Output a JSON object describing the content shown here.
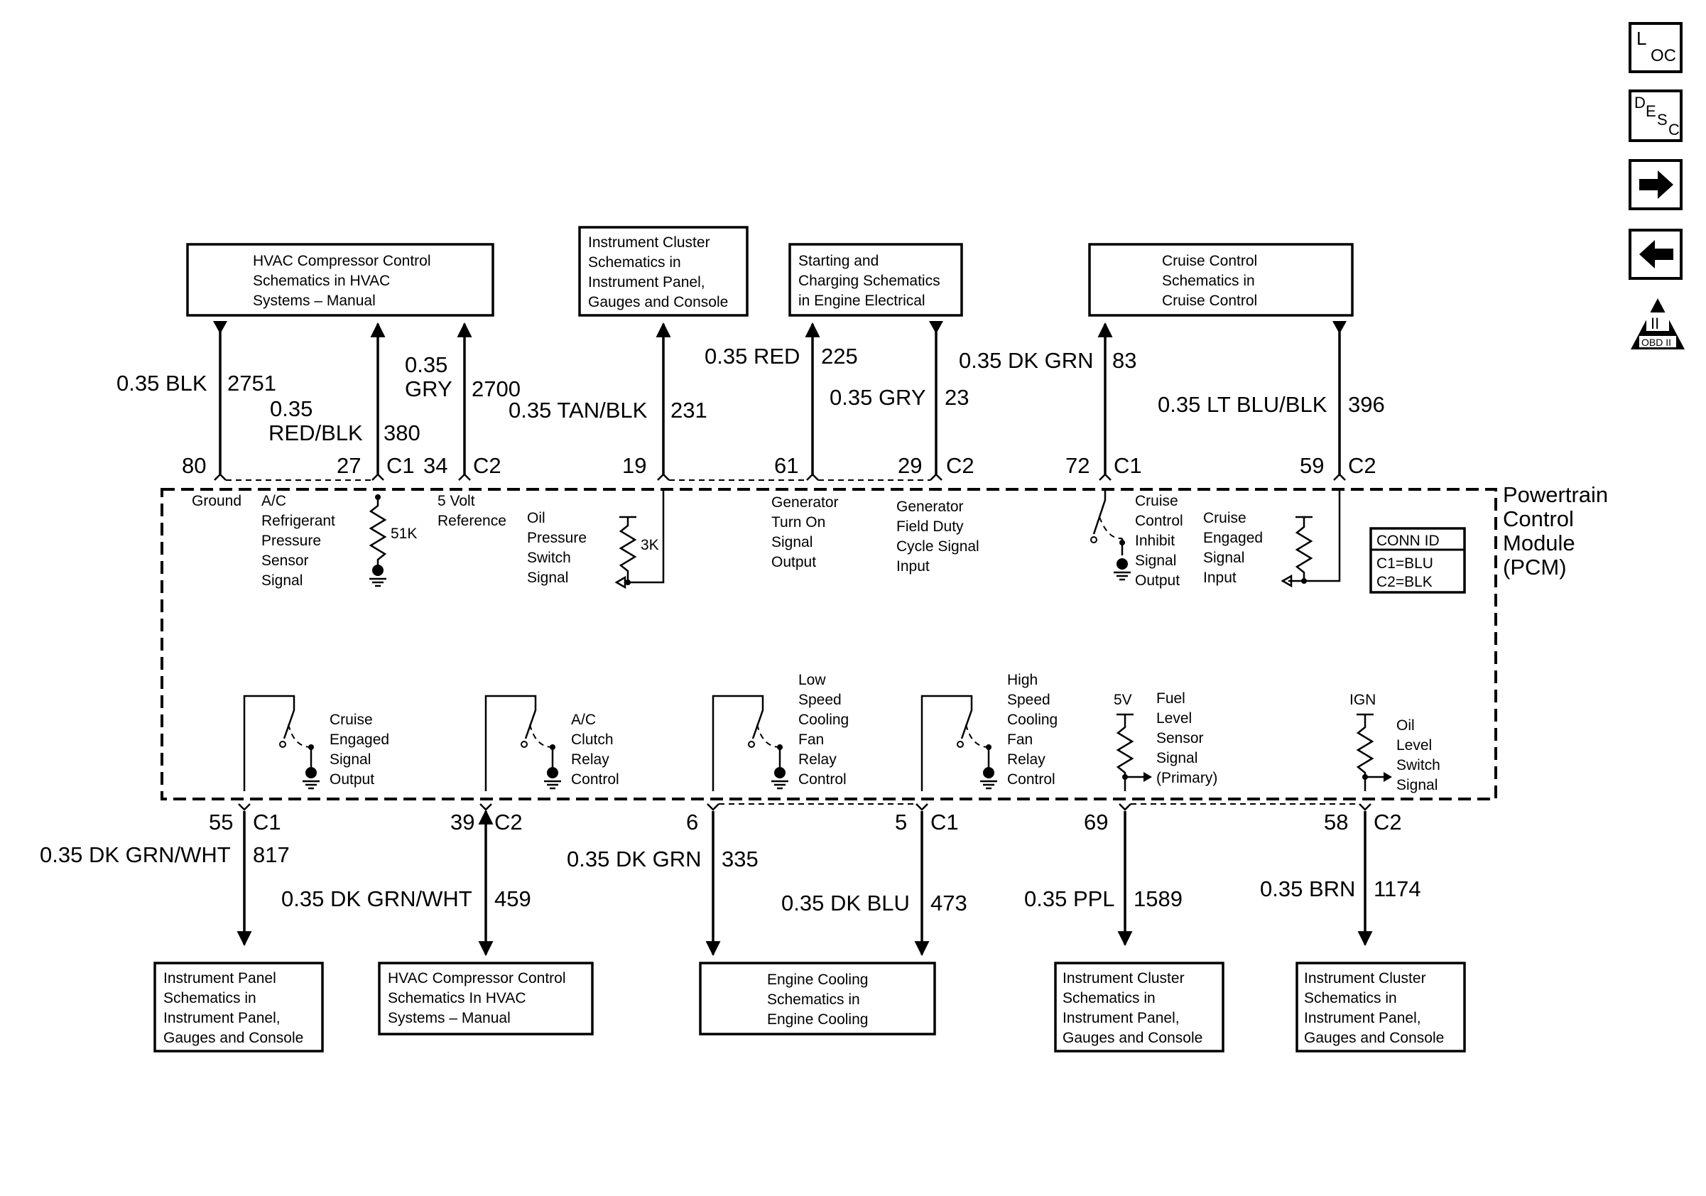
{
  "nav": {
    "loc_main": "L",
    "loc_sub": "OC",
    "desc_d": "D",
    "desc_e": "E",
    "desc_s": "S",
    "desc_c": "C",
    "obd_roman": "II",
    "obd_text": "OBD II"
  },
  "module": {
    "name": "Powertrain Control Module (PCM)",
    "line1": "Powertrain",
    "line2": "Control",
    "line3": "Module",
    "line4": "(PCM)"
  },
  "conn_id": {
    "title": "CONN ID",
    "c1": "C1=BLU",
    "c2": "C2=BLK"
  },
  "top_boxes": [
    {
      "lines": [
        "HVAC Compressor Control",
        "Schematics in HVAC",
        "Systems – Manual"
      ]
    },
    {
      "lines": [
        "Instrument Cluster",
        "Schematics in",
        "Instrument Panel,",
        "Gauges and Console"
      ]
    },
    {
      "lines": [
        "Starting and",
        "Charging Schematics",
        "in Engine Electrical"
      ]
    },
    {
      "lines": [
        "Cruise Control",
        "Schematics in",
        "Cruise Control"
      ]
    }
  ],
  "bottom_boxes": [
    {
      "lines": [
        "Instrument Panel",
        "Schematics in",
        "Instrument Panel,",
        "Gauges and Console"
      ]
    },
    {
      "lines": [
        "HVAC Compressor Control",
        "Schematics In HVAC",
        "Systems – Manual"
      ]
    },
    {
      "lines": [
        "Engine Cooling",
        "Schematics in",
        "Engine Cooling"
      ]
    },
    {
      "lines": [
        "Instrument Cluster",
        "Schematics in",
        "Instrument Panel,",
        "Gauges and Console"
      ]
    },
    {
      "lines": [
        "Instrument Cluster",
        "Schematics in",
        "Instrument Panel,",
        "Gauges and Console"
      ]
    }
  ],
  "top_wires": [
    {
      "pin": "80",
      "conn": "",
      "size": "0.35",
      "color": "BLK",
      "circuit": "2751",
      "label": "0.35 BLK"
    },
    {
      "pin": "27",
      "conn": "C1",
      "size": "0.35",
      "color": "RED/BLK",
      "circuit": "380"
    },
    {
      "pin": "34",
      "conn": "C2",
      "size": "0.35",
      "color": "GRY",
      "circuit": "2700"
    },
    {
      "pin": "19",
      "conn": "",
      "size": "0.35",
      "color": "TAN/BLK",
      "circuit": "231",
      "label": "0.35 TAN/BLK"
    },
    {
      "pin": "61",
      "conn": "",
      "size": "0.35",
      "color": "RED",
      "circuit": "225",
      "label": "0.35 RED"
    },
    {
      "pin": "29",
      "conn": "C2",
      "size": "0.35",
      "color": "GRY",
      "circuit": "23",
      "label": "0.35 GRY"
    },
    {
      "pin": "72",
      "conn": "C1",
      "size": "0.35",
      "color": "DK GRN",
      "circuit": "83",
      "label": "0.35 DK GRN"
    },
    {
      "pin": "59",
      "conn": "C2",
      "size": "0.35",
      "color": "LT BLU/BLK",
      "circuit": "396",
      "label": "0.35 LT BLU/BLK"
    }
  ],
  "bottom_wires": [
    {
      "pin": "55",
      "conn": "C1",
      "label": "0.35 DK GRN/WHT",
      "circuit": "817"
    },
    {
      "pin": "39",
      "conn": "C2",
      "label": "0.35 DK GRN/WHT",
      "circuit": "459"
    },
    {
      "pin": "6",
      "conn": "",
      "label": "0.35 DK GRN",
      "circuit": "335"
    },
    {
      "pin": "5",
      "conn": "C1",
      "label": "0.35 DK BLU",
      "circuit": "473"
    },
    {
      "pin": "69",
      "conn": "",
      "label": "0.35 PPL",
      "circuit": "1589"
    },
    {
      "pin": "58",
      "conn": "C2",
      "label": "0.35 BRN",
      "circuit": "1174"
    }
  ],
  "top_labels": {
    "ground": "Ground",
    "ac_ref": [
      "A/C",
      "Refrigerant",
      "Pressure",
      "Sensor",
      "Signal"
    ],
    "r51k": "51K",
    "five_volt": [
      "5 Volt",
      "Reference"
    ],
    "oil_press": [
      "Oil",
      "Pressure",
      "Switch",
      "Signal"
    ],
    "r3k": "3K",
    "gen_turn": [
      "Generator",
      "Turn On",
      "Signal",
      "Output"
    ],
    "gen_field": [
      "Generator",
      "Field Duty",
      "Cycle Signal",
      "Input"
    ],
    "cruise_inhibit": [
      "Cruise",
      "Control",
      "Inhibit",
      "Signal",
      "Output"
    ],
    "cruise_engaged_in": [
      "Cruise",
      "Engaged",
      "Signal",
      "Input"
    ]
  },
  "bottom_labels": {
    "cruise_engaged_out": [
      "Cruise",
      "Engaged",
      "Signal",
      "Output"
    ],
    "ac_clutch": [
      "A/C",
      "Clutch",
      "Relay",
      "Control"
    ],
    "low_fan": [
      "Low",
      "Speed",
      "Cooling",
      "Fan",
      "Relay",
      "Control"
    ],
    "high_fan": [
      "High",
      "Speed",
      "Cooling",
      "Fan",
      "Relay",
      "Control"
    ],
    "v5": "5V",
    "fuel_level": [
      "Fuel",
      "Level",
      "Sensor",
      "Signal",
      "(Primary)"
    ],
    "ign": "IGN",
    "oil_level": [
      "Oil",
      "Level",
      "Switch",
      "Signal"
    ]
  }
}
